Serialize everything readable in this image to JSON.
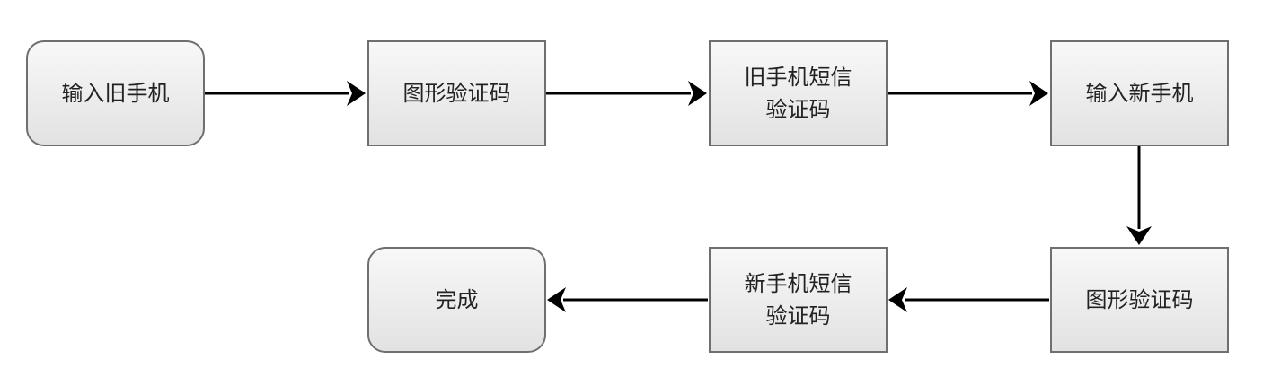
{
  "nodes": [
    {
      "id": "n1",
      "label": "输入旧手机"
    },
    {
      "id": "n2",
      "label": "图形验证码"
    },
    {
      "id": "n3",
      "label": "旧手机短信\n验证码"
    },
    {
      "id": "n4",
      "label": "输入新手机"
    },
    {
      "id": "n5",
      "label": "图形验证码"
    },
    {
      "id": "n6",
      "label": "新手机短信\n验证码"
    },
    {
      "id": "n7",
      "label": "完成"
    }
  ],
  "edges": [
    {
      "from": "n1",
      "to": "n2"
    },
    {
      "from": "n2",
      "to": "n3"
    },
    {
      "from": "n3",
      "to": "n4"
    },
    {
      "from": "n4",
      "to": "n5"
    },
    {
      "from": "n5",
      "to": "n6"
    },
    {
      "from": "n6",
      "to": "n7"
    }
  ],
  "colors": {
    "node_border": "#6f6f6f",
    "node_fill_top": "#f8f8f8",
    "node_fill_bottom": "#e2e2e2",
    "edge": "#000000",
    "text": "#222222"
  }
}
